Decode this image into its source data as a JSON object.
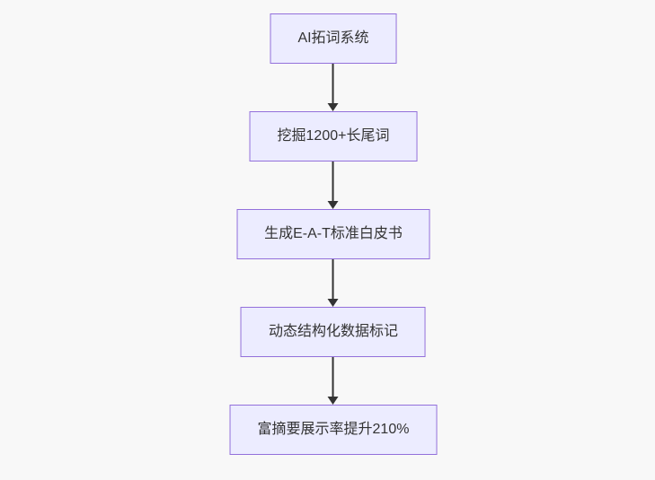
{
  "diagram": {
    "type": "flowchart",
    "direction": "top-down",
    "nodes": [
      {
        "id": "step-1",
        "label": "AI拓词系统"
      },
      {
        "id": "step-2",
        "label": "挖掘1200+长尾词"
      },
      {
        "id": "step-3",
        "label": "生成E-A-T标准白皮书"
      },
      {
        "id": "step-4",
        "label": "动态结构化数据标记"
      },
      {
        "id": "step-5",
        "label": "富摘要展示率提升210%"
      }
    ],
    "edges": [
      {
        "from": "step-1",
        "to": "step-2"
      },
      {
        "from": "step-2",
        "to": "step-3"
      },
      {
        "from": "step-3",
        "to": "step-4"
      },
      {
        "from": "step-4",
        "to": "step-5"
      }
    ],
    "colors": {
      "background": "#f8f8f8",
      "node_fill": "#ECECFF",
      "node_border": "#9370DB",
      "arrow": "#333333",
      "text": "#333333"
    }
  }
}
